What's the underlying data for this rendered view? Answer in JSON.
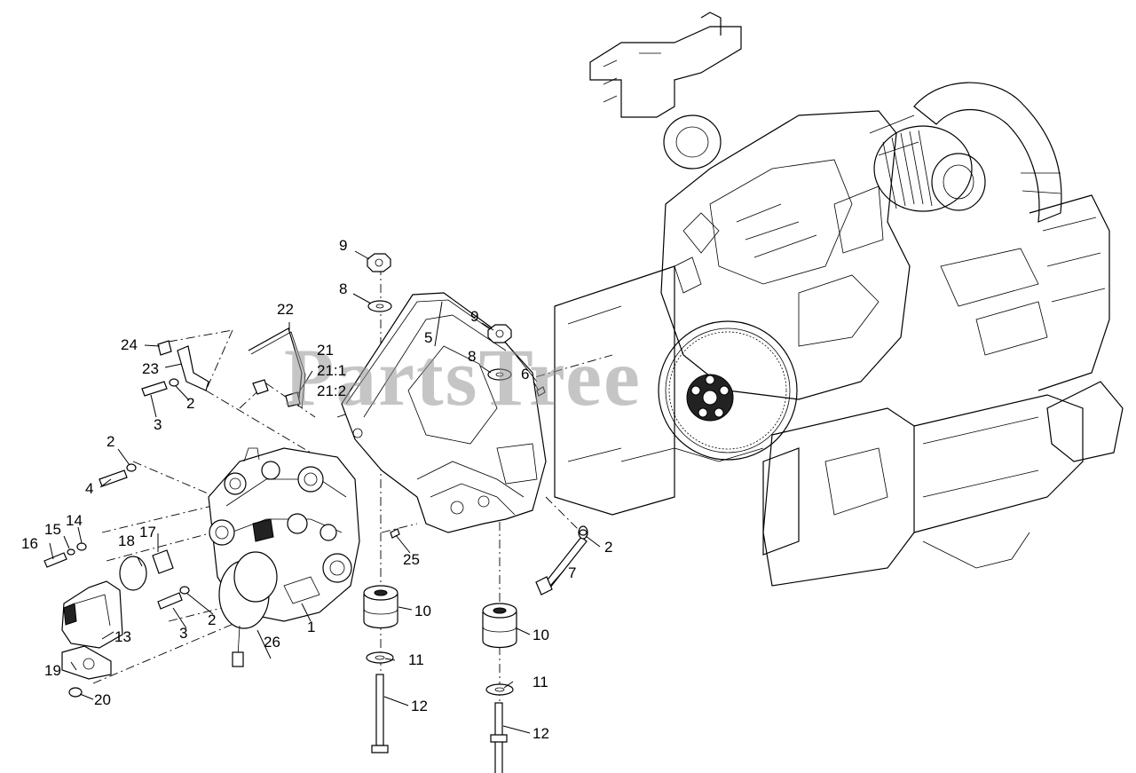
{
  "watermark": "PartsTree",
  "callouts": [
    {
      "id": "c9a",
      "text": "9"
    },
    {
      "id": "c8a",
      "text": "8"
    },
    {
      "id": "c22",
      "text": "22"
    },
    {
      "id": "c21",
      "text": "21"
    },
    {
      "id": "c21_1",
      "text": "21:1"
    },
    {
      "id": "c21_2",
      "text": "21:2"
    },
    {
      "id": "c24",
      "text": "24"
    },
    {
      "id": "c23",
      "text": "23"
    },
    {
      "id": "c2a",
      "text": "2"
    },
    {
      "id": "c3a",
      "text": "3"
    },
    {
      "id": "c5",
      "text": "5"
    },
    {
      "id": "c9b",
      "text": "9"
    },
    {
      "id": "c8b",
      "text": "8"
    },
    {
      "id": "c6",
      "text": "6"
    },
    {
      "id": "c2b",
      "text": "2"
    },
    {
      "id": "c4",
      "text": "4"
    },
    {
      "id": "c16",
      "text": "16"
    },
    {
      "id": "c15",
      "text": "15"
    },
    {
      "id": "c14",
      "text": "14"
    },
    {
      "id": "c18",
      "text": "18"
    },
    {
      "id": "c17",
      "text": "17"
    },
    {
      "id": "c25",
      "text": "25"
    },
    {
      "id": "c2c",
      "text": "2"
    },
    {
      "id": "c7",
      "text": "7"
    },
    {
      "id": "c10a",
      "text": "10"
    },
    {
      "id": "c10b",
      "text": "10"
    },
    {
      "id": "c13",
      "text": "13"
    },
    {
      "id": "c3b",
      "text": "3"
    },
    {
      "id": "c2d",
      "text": "2"
    },
    {
      "id": "c26",
      "text": "26"
    },
    {
      "id": "c1",
      "text": "1"
    },
    {
      "id": "c11a",
      "text": "11"
    },
    {
      "id": "c11b",
      "text": "11"
    },
    {
      "id": "c19",
      "text": "19"
    },
    {
      "id": "c20",
      "text": "20"
    },
    {
      "id": "c12a",
      "text": "12"
    },
    {
      "id": "c12b",
      "text": "12"
    }
  ]
}
